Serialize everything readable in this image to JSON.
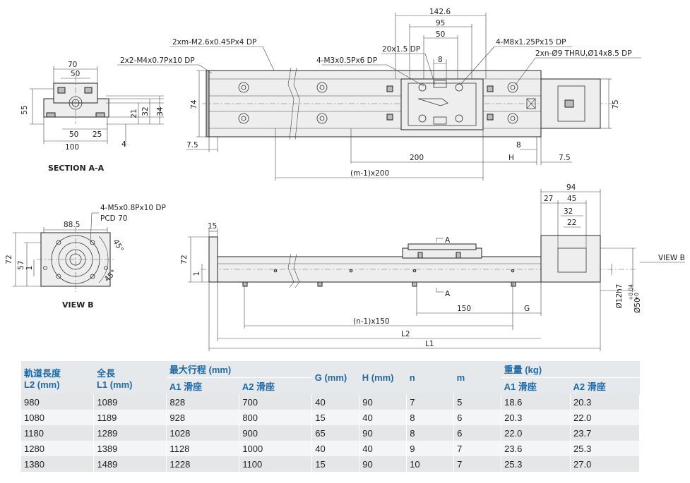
{
  "section_view": {
    "caption": "SECTION A-A",
    "dims": {
      "w70": "70",
      "w50": "50",
      "h55": "55",
      "w50b": "50",
      "w25": "25",
      "w100": "100",
      "h21": "21",
      "h32": "32",
      "h34": "34",
      "h4": "4"
    }
  },
  "top_view": {
    "callouts": {
      "m26": "2xm-M2.6x0.45Px4 DP",
      "m4": "2x2-M4x0.7Px10 DP",
      "m3": "4-M3x0.5Px6 DP",
      "p20": "20x1.5 DP",
      "m8": "4-M8x1.25Px15 DP",
      "xn9": "2xn-Ø9 THRU,Ø14x8.5 DP"
    },
    "dims": {
      "d1426": "142.6",
      "d95": "95",
      "d50": "50",
      "d8top": "8",
      "h74": "74",
      "h75": "75",
      "d75l": "7.5",
      "d200": "200",
      "d8": "8",
      "dH": "H",
      "d75r": "7.5",
      "dm": "(m-1)x200"
    }
  },
  "view_b": {
    "caption": "VIEW B",
    "dims": {
      "d885": "88.5",
      "pcd_callout": "4-M5x0.8Px10 DP",
      "pcd": "PCD 70",
      "a45a": "45°",
      "a45b": "45°",
      "h72": "72",
      "h57": "57",
      "h1": "1"
    }
  },
  "front_view": {
    "dims": {
      "d15": "15",
      "h72": "72",
      "h1": "1",
      "A_top": "A",
      "A_bot": "A",
      "d150": "150",
      "dG": "G",
      "dn": "(n-1)x150",
      "L2": "L2",
      "L1": "L1",
      "d94": "94",
      "d27": "27",
      "d45": "45",
      "d32": "32",
      "d22": "22",
      "view_b": "VIEW B",
      "d12": "Ø12h7",
      "d50": "Ø50",
      "tol_up": "+0.04",
      "tol_dn": "+0"
    }
  },
  "table": {
    "headers": {
      "l2": [
        "軌道長度",
        "L2 (mm)"
      ],
      "l1": [
        "全長",
        "L1 (mm)"
      ],
      "stroke": "最大行程 (mm)",
      "a1": "A1 滑座",
      "a2": "A2 滑座",
      "g": "G (mm)",
      "h": "H (mm)",
      "n": "n",
      "m": "m",
      "weight": "重量 (kg)",
      "wa1": "A1 滑座",
      "wa2": "A2 滑座"
    },
    "rows": [
      [
        "980",
        "1089",
        "828",
        "700",
        "40",
        "90",
        "7",
        "5",
        "18.6",
        "20.3"
      ],
      [
        "1080",
        "1189",
        "928",
        "800",
        "15",
        "40",
        "8",
        "6",
        "20.3",
        "22.0"
      ],
      [
        "1180",
        "1289",
        "1028",
        "900",
        "65",
        "90",
        "8",
        "6",
        "22.0",
        "23.7"
      ],
      [
        "1280",
        "1389",
        "1128",
        "1000",
        "40",
        "40",
        "9",
        "7",
        "23.6",
        "25.3"
      ],
      [
        "1380",
        "1489",
        "1228",
        "1100",
        "15",
        "90",
        "10",
        "7",
        "25.3",
        "27.0"
      ]
    ]
  }
}
